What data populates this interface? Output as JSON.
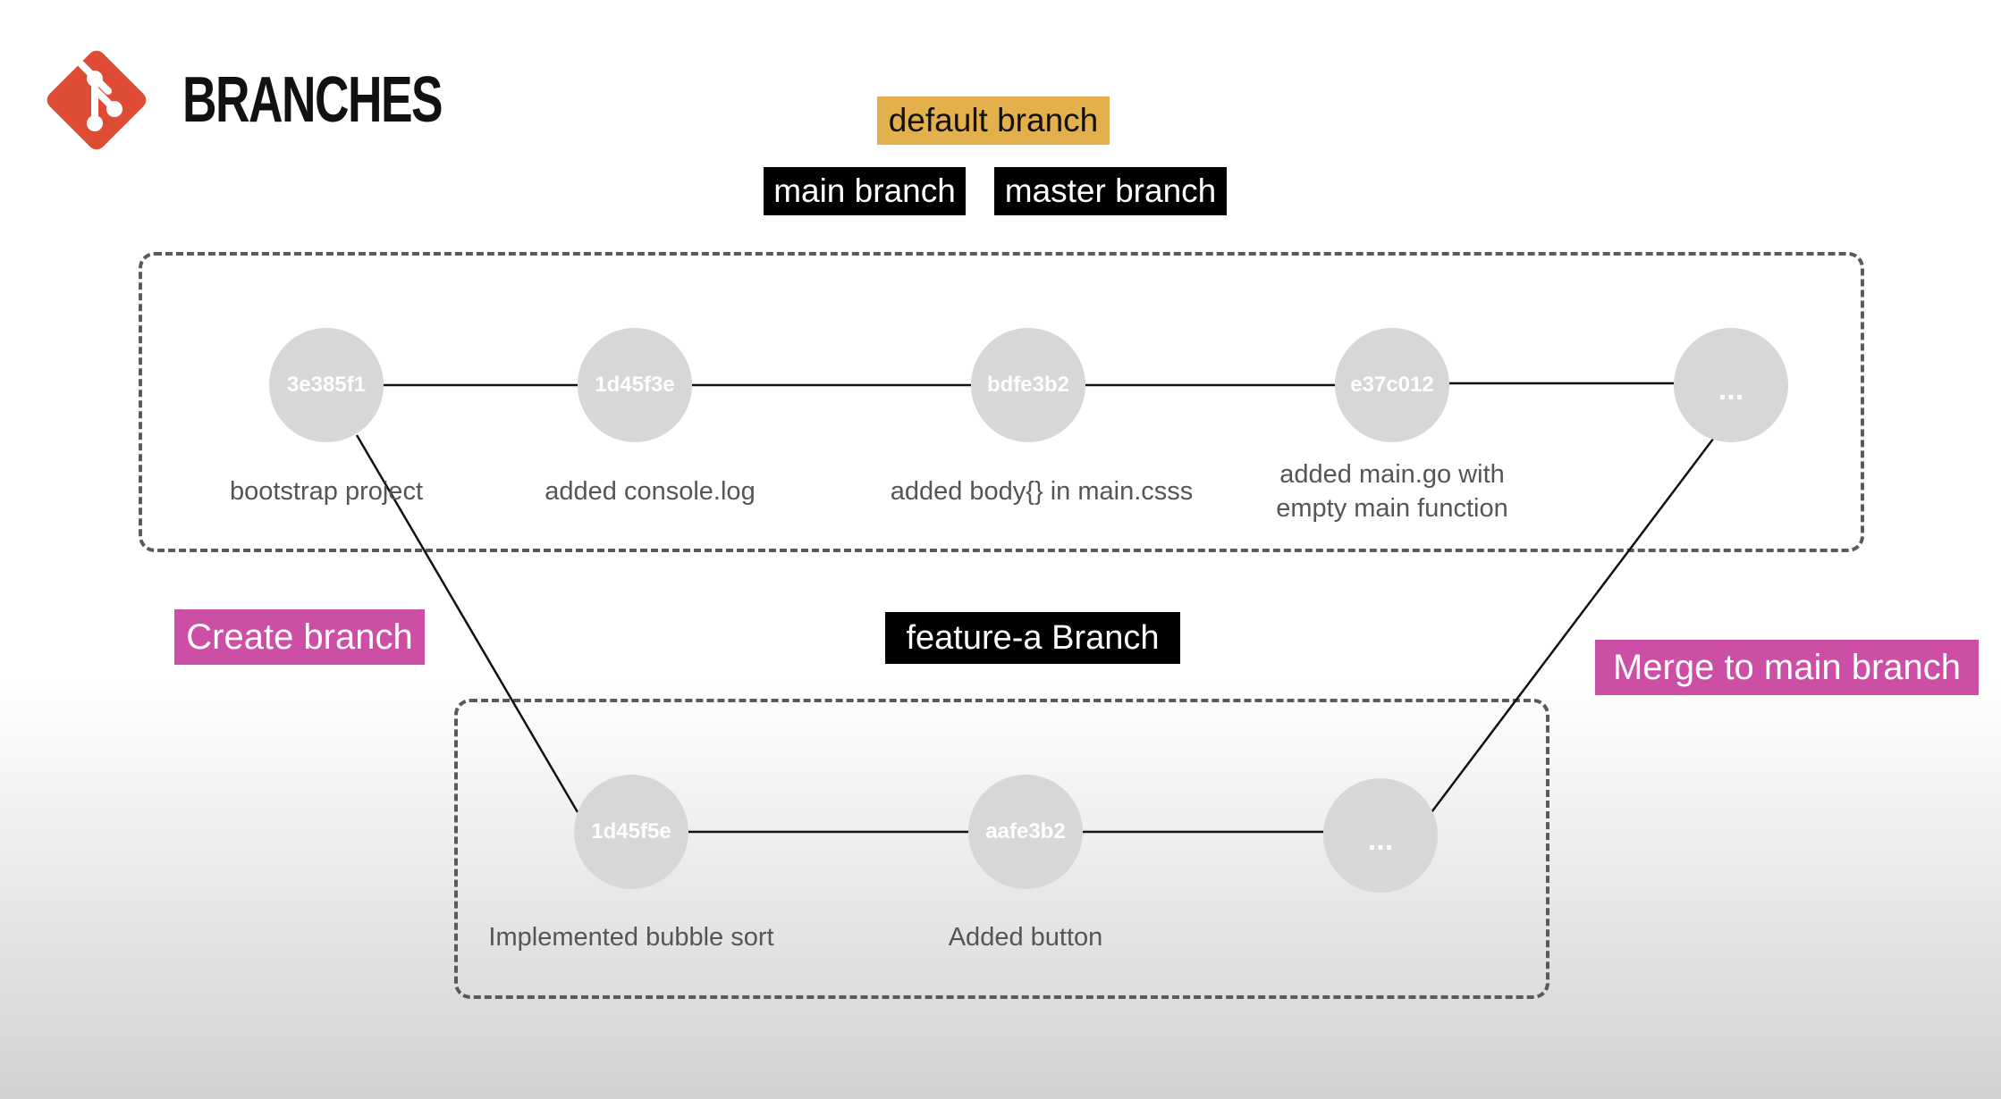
{
  "header": {
    "title": "BRANCHES",
    "logo_icon": "git-logo-icon"
  },
  "labels": {
    "default_branch": "default branch",
    "main_branch": "main branch",
    "master_branch": "master branch",
    "feature_branch": "feature-a Branch",
    "create_branch": "Create branch",
    "merge_to_main": "Merge to main branch"
  },
  "main_commits": [
    {
      "hash": "3e385f1",
      "message": "bootstrap project"
    },
    {
      "hash": "1d45f3e",
      "message": "added console.log"
    },
    {
      "hash": "bdfe3b2",
      "message": "added body{} in main.csss"
    },
    {
      "hash": "e37c012",
      "message_line1": "added main.go with",
      "message_line2": "empty main function"
    },
    {
      "hash": "..."
    }
  ],
  "feature_commits": [
    {
      "hash": "1d45f5e",
      "message": "Implemented bubble sort"
    },
    {
      "hash": "aafe3b2",
      "message": "Added button"
    },
    {
      "hash": "..."
    }
  ],
  "colors": {
    "logo": "#de4c36",
    "default_tag": "#e3b04b",
    "black_tag": "#000000",
    "action_tag": "#cc4fa5",
    "commit_fill": "#d7d7d7",
    "box_border": "#5a5a5a"
  }
}
